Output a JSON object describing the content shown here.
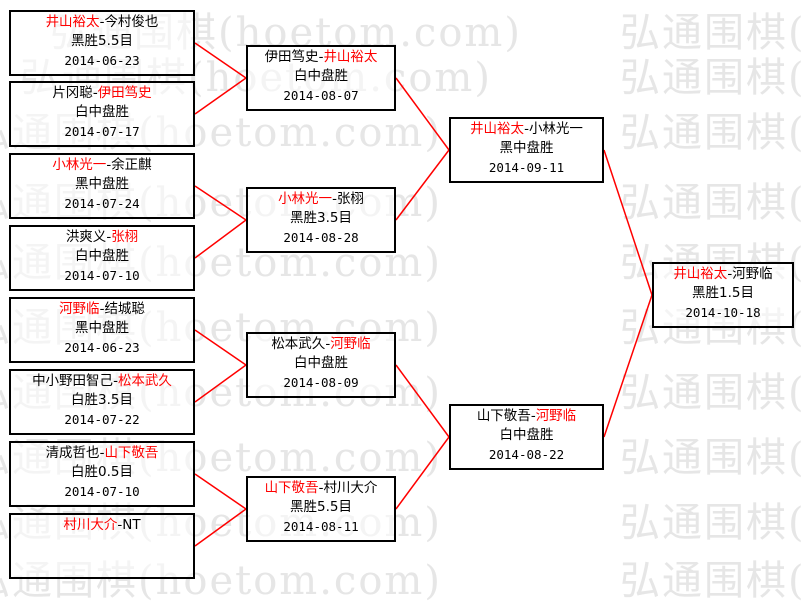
{
  "watermark": "弘通围棋(hoetom.com)",
  "rounds": [
    [
      {
        "player_a": "井山裕太",
        "player_b": "今村俊也",
        "winner": "a",
        "result": "黑胜5.5目",
        "date": "2014-06-23"
      },
      {
        "player_a": "片冈聪",
        "player_b": "伊田笃史",
        "winner": "b",
        "result": "白中盘胜",
        "date": "2014-07-17"
      },
      {
        "player_a": "小林光一",
        "player_b": "余正麒",
        "winner": "a",
        "result": "黑中盘胜",
        "date": "2014-07-24"
      },
      {
        "player_a": "洪爽义",
        "player_b": "张栩",
        "winner": "b",
        "result": "白中盘胜",
        "date": "2014-07-10"
      },
      {
        "player_a": "河野临",
        "player_b": "结城聪",
        "winner": "a",
        "result": "黑中盘胜",
        "date": "2014-06-23"
      },
      {
        "player_a": "中小野田智己",
        "player_b": "松本武久",
        "winner": "b",
        "result": "白胜3.5目",
        "date": "2014-07-22"
      },
      {
        "player_a": "清成哲也",
        "player_b": "山下敬吾",
        "winner": "b",
        "result": "白胜0.5目",
        "date": "2014-07-10"
      },
      {
        "player_a": "村川大介",
        "player_b": "NT",
        "winner": "a",
        "result": "",
        "date": ""
      }
    ],
    [
      {
        "player_a": "伊田笃史",
        "player_b": "井山裕太",
        "winner": "b",
        "result": "白中盘胜",
        "date": "2014-08-07"
      },
      {
        "player_a": "小林光一",
        "player_b": "张栩",
        "winner": "a",
        "result": "黑胜3.5目",
        "date": "2014-08-28"
      },
      {
        "player_a": "松本武久",
        "player_b": "河野临",
        "winner": "b",
        "result": "白中盘胜",
        "date": "2014-08-09"
      },
      {
        "player_a": "山下敬吾",
        "player_b": "村川大介",
        "winner": "a",
        "result": "黑胜5.5目",
        "date": "2014-08-11"
      }
    ],
    [
      {
        "player_a": "井山裕太",
        "player_b": "小林光一",
        "winner": "a",
        "result": "黑中盘胜",
        "date": "2014-09-11"
      },
      {
        "player_a": "山下敬吾",
        "player_b": "河野临",
        "winner": "b",
        "result": "白中盘胜",
        "date": "2014-08-22"
      }
    ],
    [
      {
        "player_a": "井山裕太",
        "player_b": "河野临",
        "winner": "a",
        "result": "黑胜1.5目",
        "date": "2014-10-18"
      }
    ]
  ],
  "colors": {
    "winner": "#ff0000",
    "connector": "#ff0000",
    "border": "#000000",
    "text": "#000000",
    "watermark": "#e6e6e6"
  }
}
